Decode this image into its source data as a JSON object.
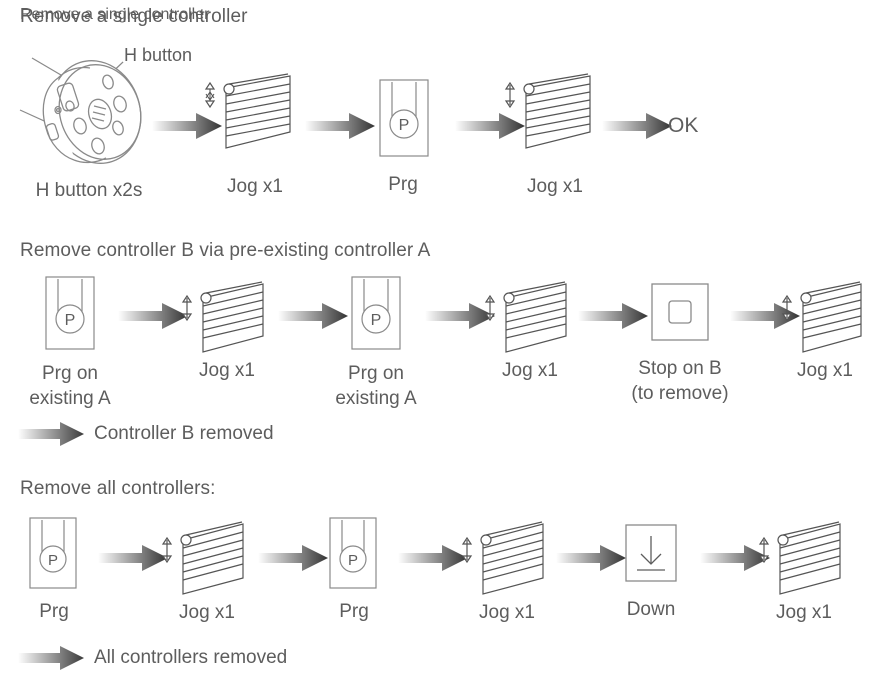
{
  "sections": [
    {
      "id": "remove-single",
      "title": "Remove a single controller",
      "callout": "H button",
      "steps": [
        {
          "icon": "motor-head-device-icon",
          "label": "H button x2s"
        },
        {
          "icon": "blind-jog-icon",
          "label": "Jog x1"
        },
        {
          "icon": "prg-button-icon",
          "label": "Prg"
        },
        {
          "icon": "blind-jog-icon",
          "label": "Jog x1"
        },
        {
          "icon": "text-ok",
          "label": "OK"
        }
      ]
    },
    {
      "id": "remove-controller-b",
      "title": "Remove controller B via pre-existing controller A",
      "steps": [
        {
          "icon": "prg-button-icon",
          "label": "Prg on\nexisting A"
        },
        {
          "icon": "blind-jog-icon",
          "label": "Jog x1"
        },
        {
          "icon": "prg-button-icon",
          "label": "Prg on\nexisting A"
        },
        {
          "icon": "blind-jog-icon",
          "label": "Jog x1"
        },
        {
          "icon": "stop-button-icon",
          "label": "Stop on B\n(to remove)"
        },
        {
          "icon": "blind-jog-icon",
          "label": "Jog x1"
        }
      ],
      "result": "Controller B removed"
    },
    {
      "id": "remove-all",
      "title": "Remove all controllers:",
      "steps": [
        {
          "icon": "prg-button-icon",
          "label": "Prg"
        },
        {
          "icon": "blind-jog-icon",
          "label": "Jog x1"
        },
        {
          "icon": "prg-button-icon",
          "label": "Prg"
        },
        {
          "icon": "blind-jog-icon",
          "label": "Jog x1"
        },
        {
          "icon": "down-button-icon",
          "label": "Down"
        },
        {
          "icon": "blind-jog-icon",
          "label": "Jog x1"
        }
      ],
      "result": "All controllers removed"
    }
  ],
  "glyphs": {
    "prg_letter": "P",
    "jog_arrow": "double-headed-vertical-arrow"
  },
  "colors": {
    "text": "#5d5d5d",
    "line": "#8a8a8a",
    "arrow_dark": "#3a3a3a",
    "background": "#ffffff"
  }
}
